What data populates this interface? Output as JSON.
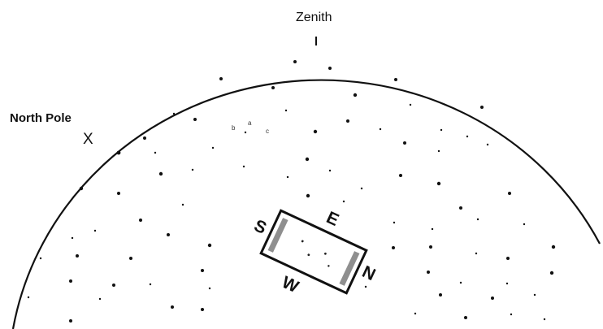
{
  "labels": {
    "zenith": "Zenith",
    "north_pole": "North Pole",
    "pole_mark": "X"
  },
  "compass": {
    "s": "S",
    "e": "E",
    "w": "W",
    "n": "N"
  },
  "star_letters": {
    "b": "b",
    "a": "a",
    "c": "c"
  },
  "colors": {
    "ink": "#111111",
    "background": "#ffffff"
  }
}
